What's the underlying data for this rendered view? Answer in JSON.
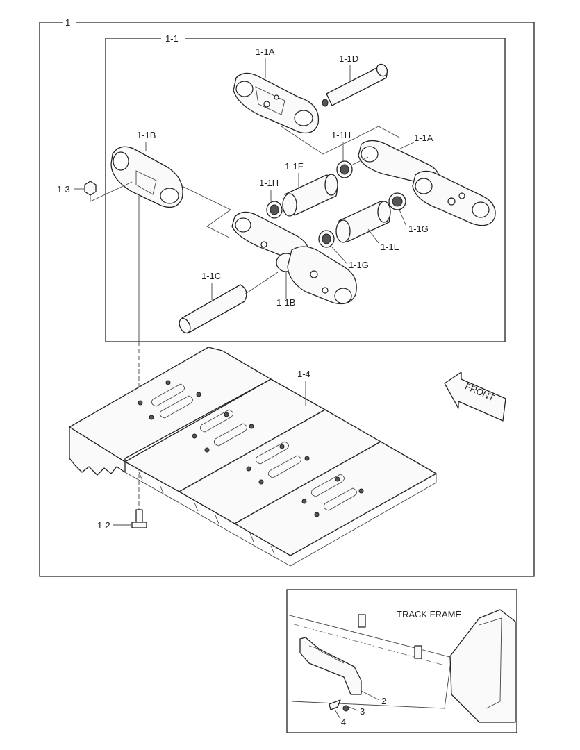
{
  "labels": {
    "main": "1",
    "sub_assembly": "1-1",
    "link_a_top": "1-1A",
    "link_a_right": "1-1A",
    "pin_d": "1-1D",
    "link_b_left": "1-1B",
    "link_b_center": "1-1B",
    "seal_h_upper": "1-1H",
    "seal_h_lower": "1-1H",
    "bushing_f": "1-1F",
    "nut": "1-3",
    "seal_g_right": "1-1G",
    "seal_g_center": "1-1G",
    "bushing_e": "1-1E",
    "pin_c": "1-1C",
    "shoe": "1-4",
    "bolt": "1-2",
    "front": "FRONT",
    "track_frame": "TRACK FRAME",
    "inset_2": "2",
    "inset_3": "3",
    "inset_4": "4"
  }
}
